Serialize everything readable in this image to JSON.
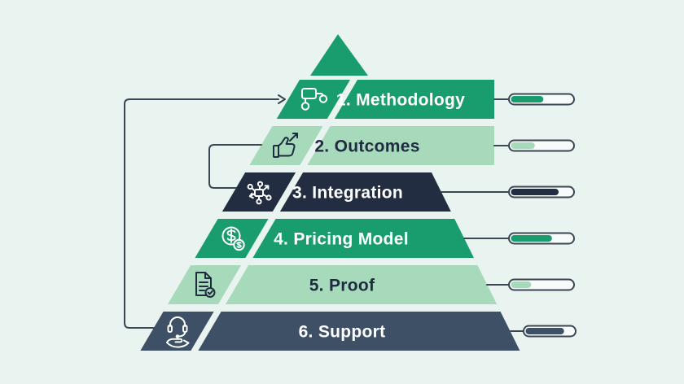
{
  "colors": {
    "background": "#E9F3EF",
    "connector": "#3A4653",
    "pill_border": "#3A4653",
    "pill_track": "#F7FBF9"
  },
  "pyramid": {
    "apex_color": "#1A9D6E",
    "levels": [
      {
        "label": "1. Methodology",
        "icon": "flowchart-icon",
        "color": "#1A9D6E",
        "text_color": "#FFFFFF",
        "icon_color": "#FFFFFF",
        "progress_pct": 53
      },
      {
        "label": "2. Outcomes",
        "icon": "thumbs-up-trend-icon",
        "color": "#A7DABB",
        "text_color": "#1F2B40",
        "icon_color": "#1F2B40",
        "progress_pct": 39
      },
      {
        "label": "3. Integration",
        "icon": "integration-hub-icon",
        "color": "#222D42",
        "text_color": "#FFFFFF",
        "icon_color": "#FFFFFF",
        "progress_pct": 78
      },
      {
        "label": "4. Pricing Model",
        "icon": "coins-icon",
        "color": "#1A9D6E",
        "text_color": "#FFFFFF",
        "icon_color": "#FFFFFF",
        "progress_pct": 67
      },
      {
        "label": "5. Proof",
        "icon": "document-check-icon",
        "color": "#A7DABB",
        "text_color": "#1F2B40",
        "icon_color": "#1F2B40",
        "progress_pct": 33
      },
      {
        "label": "6. Support",
        "icon": "support-headset-icon",
        "color": "#3D5066",
        "text_color": "#FFFFFF",
        "icon_color": "#FFFFFF",
        "progress_pct": 80
      }
    ]
  }
}
